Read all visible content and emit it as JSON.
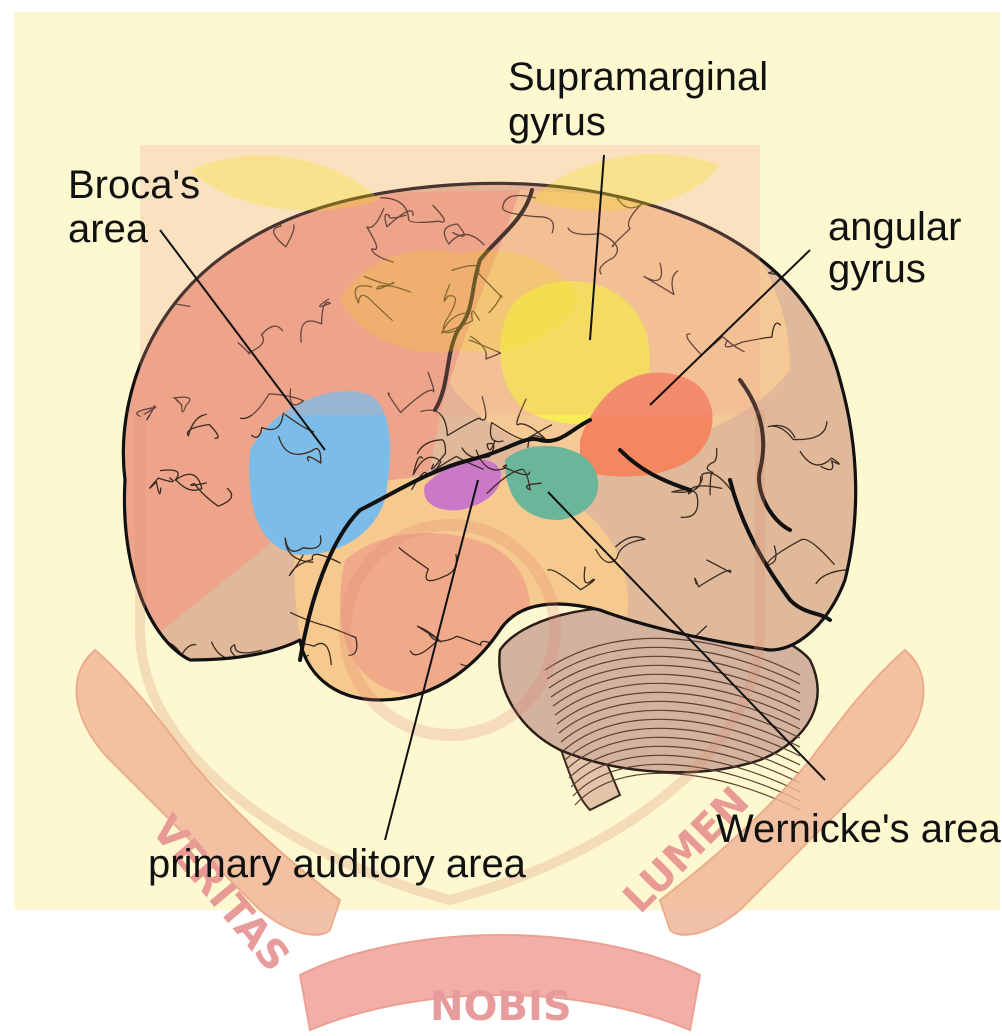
{
  "diagram": {
    "labels": {
      "supramarginal_line1": "Supramarginal",
      "supramarginal_line2": "gyrus",
      "broca_line1": "Broca's",
      "broca_line2": "area",
      "angular_line1": "angular",
      "angular_line2": "gyrus",
      "wernicke": "Wernicke's area",
      "primary_auditory": "primary auditory area"
    },
    "watermark": {
      "left_banner": "VERITAS",
      "right_banner": "LUMEN",
      "bottom_banner": "NOBIS"
    },
    "colors": {
      "background": "#fdf8d0",
      "frontal": "#eda48a",
      "parietal": "#f4c995",
      "temporal": "#f6c98e",
      "occipital": "#e0b89a",
      "broca": "#7bbde8",
      "supramarginal": "#f5ef55",
      "angular": "#f48660",
      "wernicke": "#6bb59a",
      "primary_auditory": "#cc78c8",
      "cerebellum": "#d3b29e",
      "watermark": "#f0a090"
    }
  }
}
